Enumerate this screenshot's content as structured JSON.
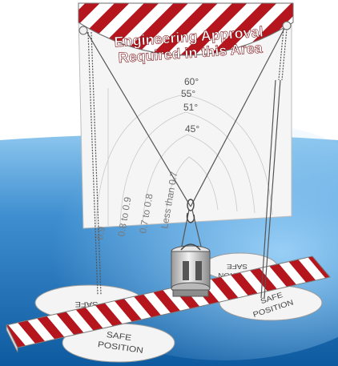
{
  "banner": {
    "line1": "Engineering Approval",
    "line2": "Required in this Area"
  },
  "angle_labels": [
    "60°",
    "55°",
    "51°",
    "45°"
  ],
  "zone_labels": [
    "Less than 0.7",
    "0.7 to 0.8",
    "0.8 to 0.9",
    "0.9"
  ],
  "safe_position_label": {
    "line1": "SAFE",
    "line2": "POSITION"
  },
  "colors": {
    "stripe_red": "#b5161e",
    "stripe_white": "#ffffff",
    "sky_top": "#6fb3e4",
    "sky_bottom": "#0f5fa6",
    "panel": "#f4f4f4"
  }
}
